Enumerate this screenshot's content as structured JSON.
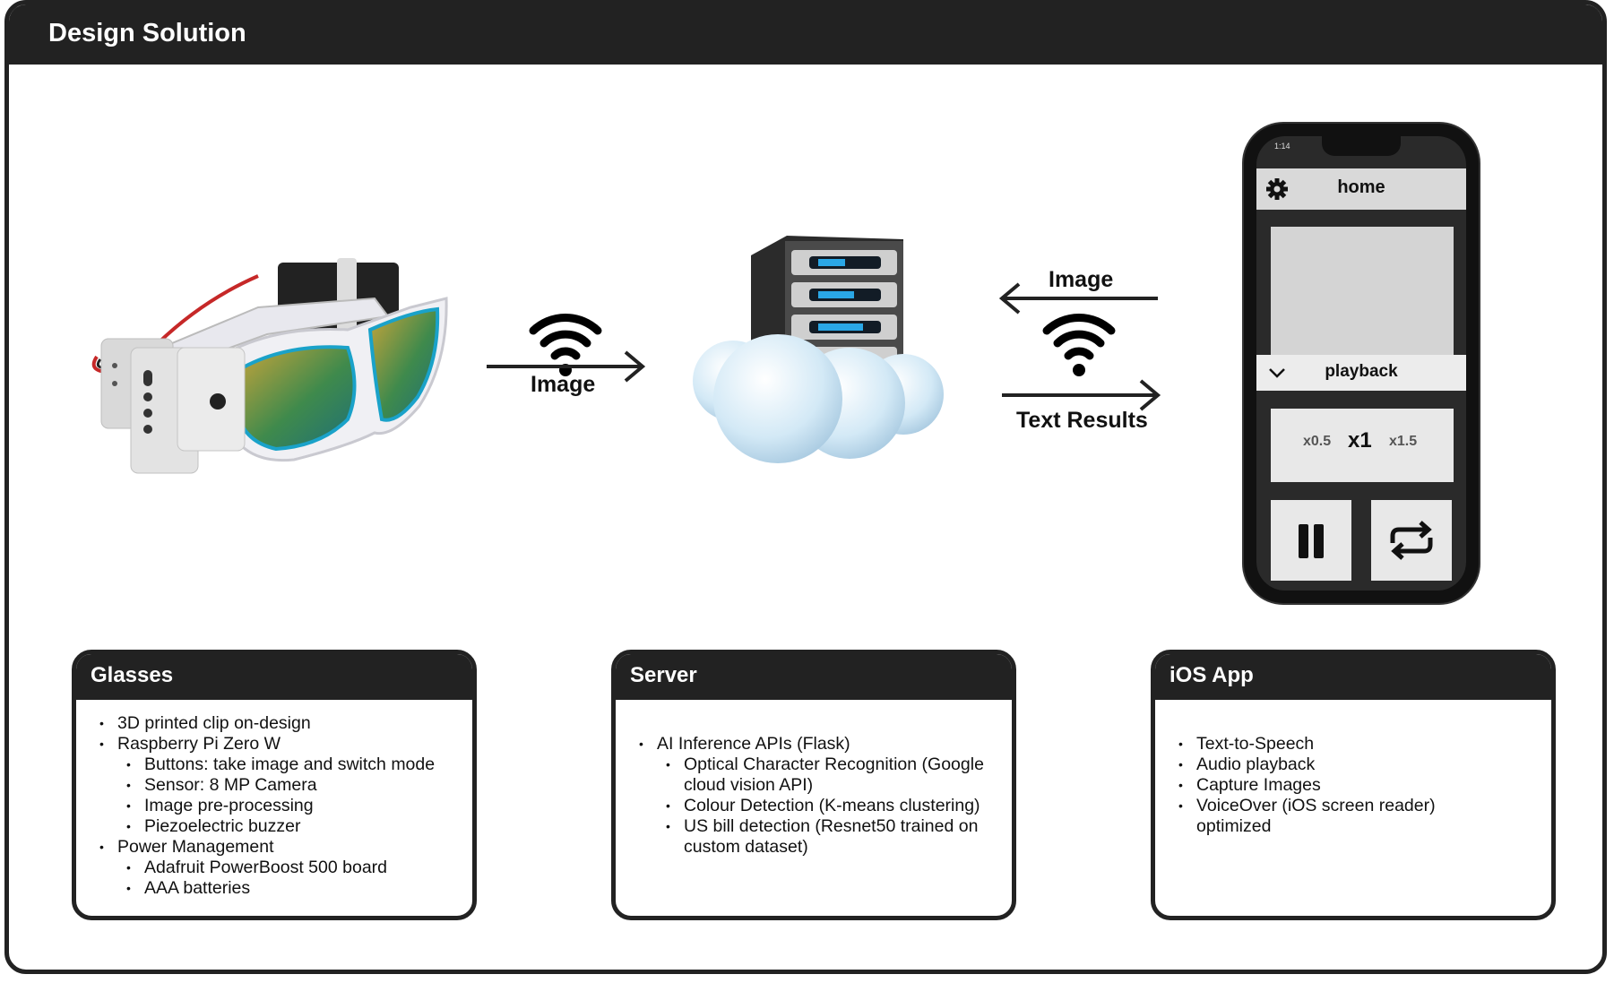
{
  "title": "Design Solution",
  "flow": {
    "glasses_to_server_label": "Image",
    "app_to_server_label": "Image",
    "server_to_app_label": "Text Results"
  },
  "phone": {
    "status_time": "1:14",
    "app_title": "home",
    "playback_label": "playback",
    "speeds": [
      "x0.5",
      "x1",
      "x1.5"
    ]
  },
  "cards": {
    "glasses": {
      "title": "Glasses",
      "items": [
        "3D printed clip on-design",
        "Raspberry Pi Zero W",
        "Buttons: take image and switch mode",
        "Sensor: 8 MP Camera",
        "Image pre-processing",
        "Piezoelectric buzzer",
        "Power Management",
        "Adafruit PowerBoost 500 board",
        "AAA batteries"
      ]
    },
    "server": {
      "title": "Server",
      "items": [
        "AI Inference APIs (Flask)",
        "Optical Character Recognition (Google cloud vision API)",
        "Colour Detection (K-means clustering)",
        "US bill detection (Resnet50 trained on custom dataset)"
      ]
    },
    "ios": {
      "title": "iOS App",
      "items": [
        "Text-to-Speech",
        "Audio playback",
        "Capture Images",
        "VoiceOver (iOS screen reader) optimized"
      ]
    }
  },
  "colors": {
    "header": "#222222",
    "background": "#ffffff",
    "lens_gradient": [
      "#c9a43a",
      "#3f8a4c"
    ],
    "cloud": "#cfe6f3"
  }
}
